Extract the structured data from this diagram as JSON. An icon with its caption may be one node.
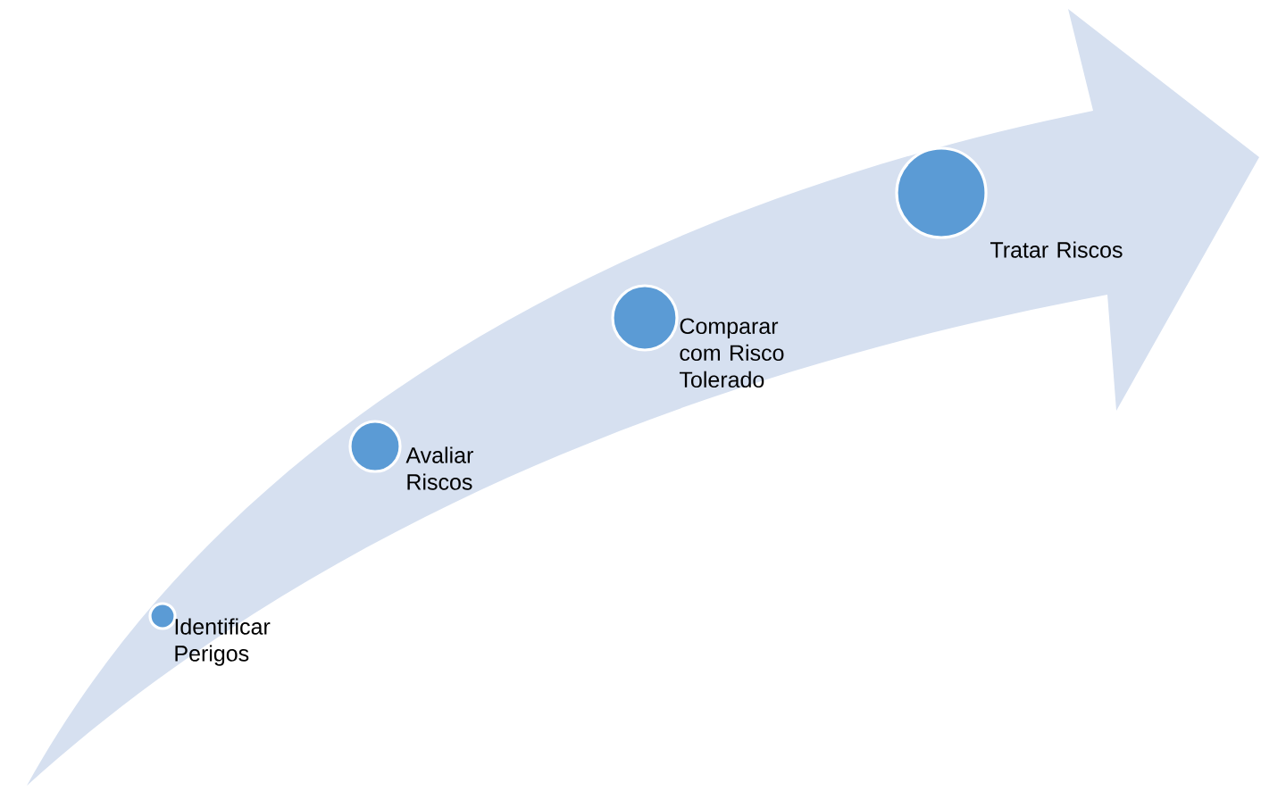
{
  "diagram": {
    "nodes": [
      {
        "text": [],
        "shape": "circle",
        "beside": [
          "Identificar Perigos"
        ]
      },
      {
        "text": [],
        "shape": "circle",
        "beside": [
          "Avaliar Riscos"
        ]
      },
      {
        "text": [],
        "shape": "circle",
        "beside": [
          "Comparar com Risco Tolerado"
        ]
      },
      {
        "text": [],
        "shape": "circle",
        "beside": [
          "Tratar Riscos"
        ]
      }
    ]
  }
}
